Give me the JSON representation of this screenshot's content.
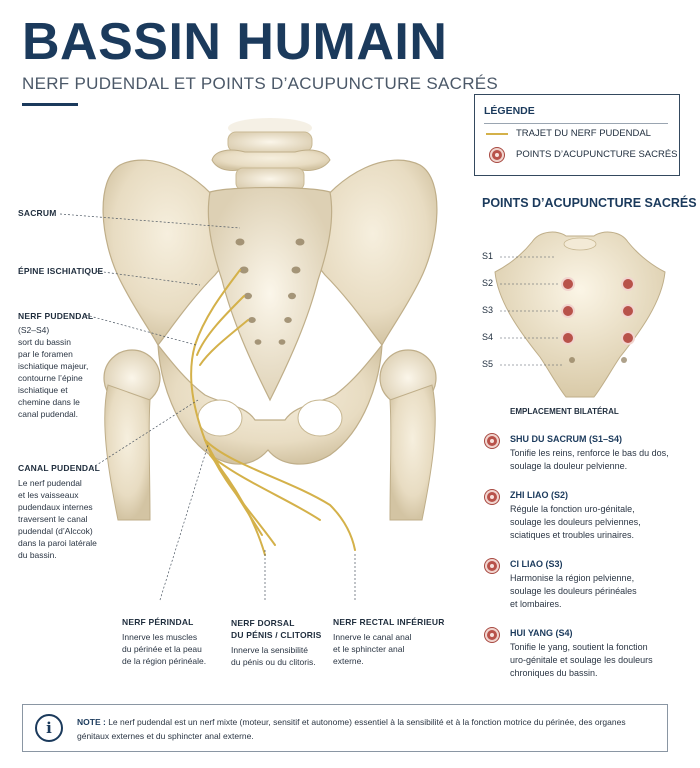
{
  "header": {
    "title": "BASSIN HUMAIN",
    "subtitle": "NERF PUDENDAL ET POINTS D’ACUPUNCTURE SACRÉS"
  },
  "legend": {
    "title": "LÉGENDE",
    "nerve_label": "TRAJET DU NERF PUDENDAL",
    "points_label": "POINTS D’ACUPUNCTURE SACRÉS"
  },
  "anatomy_labels": {
    "sacrum": "SACRUM",
    "ischial_spine": "ÉPINE ISCHIATIQUE",
    "pudendal_nerve": {
      "title": "NERF PUDENDAL",
      "desc": "(S2–S4)\nsort du bassin\npar le foramen\nischiatique majeur,\ncontourne l’épine\nischiatique et\nchemine dans le\ncanal pudendal."
    },
    "pudendal_canal": {
      "title": "CANAL PUDENDAL",
      "desc": "Le nerf pudendal\net les vaisseaux\npudendaux internes\ntraversent le canal\npudendal (d’Alccok)\ndans la paroi latérale\ndu bassin."
    },
    "perineal_nerve": {
      "title": "NERF PÉRINDAL",
      "desc": "Innerve les muscles\ndu périnée et la peau\nde la région périnéale."
    },
    "dorsal_nerve": {
      "title": "NERF DORSAL\nDU PÉNIS / CLITORIS",
      "desc": "Innerve la sensibilité\ndu pénis ou du clitoris."
    },
    "rectal_nerve": {
      "title": "NERF RECTAL INFÉRIEUR",
      "desc": "Innerve le canal anal\net le sphincter anal\nexterne."
    }
  },
  "sacral_points": {
    "section_title": "POINTS D’ACUPUNCTURE SACRÉS",
    "levels": [
      "S1",
      "S2",
      "S3",
      "S4",
      "S5"
    ],
    "bilateral_label": "EMPLACEMENT BILATÉRAL",
    "items": [
      {
        "name": "SHU DU SACRUM (S1–S4)",
        "desc": "Tonifie les reins, renforce le bas du dos,\nsoulage la douleur pelvienne."
      },
      {
        "name": "ZHI LIAO (S2)",
        "desc": "Régule la fonction uro-génitale,\nsoulage les douleurs pelviennes,\nsciatiques et troubles urinaires."
      },
      {
        "name": "CI LIAO (S3)",
        "desc": "Harmonise la région pelvienne,\nsoulage les douleurs périnéales\net lombaires."
      },
      {
        "name": "HUI YANG (S4)",
        "desc": "Tonifie le yang, soutient la fonction\nuro-génitale et soulage les douleurs\nchroniques du bassin."
      }
    ]
  },
  "note": {
    "label": "NOTE :",
    "text": "Le nerf pudendal est un nerf mixte (moteur, sensitif et autonome) essentiel à la sensibilité et à la fonction motrice du périnée, des organes génitaux externes et du sphincter anal externe."
  },
  "colors": {
    "title_navy": "#1b3a5c",
    "nerve_yellow": "#d4b14a",
    "point_red": "#b8524a",
    "bone": "#ece2cd"
  }
}
